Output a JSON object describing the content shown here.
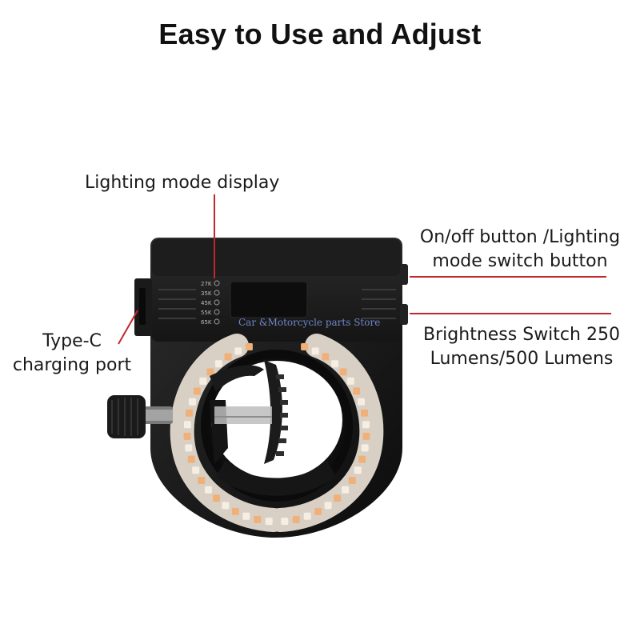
{
  "title": "Easy to Use and Adjust",
  "labels": {
    "lighting_mode_display": "Lighting mode display",
    "onoff_line1": "On/off button /Lighting",
    "onoff_line2": "mode switch button",
    "brightness_line1": "Brightness Switch 250",
    "brightness_line2": "Lumens/500 Lumens",
    "typec_line1": "Type-C",
    "typec_line2": "charging port"
  },
  "indicator_labels": [
    "27K",
    "35K",
    "45K",
    "55K",
    "65K"
  ],
  "watermark": "Car &Motorcycle parts Store",
  "colors": {
    "callout_line": "#c0282d",
    "body": "#151515",
    "led_warm": "#f0b07a",
    "led_cool": "#f6eee2"
  }
}
